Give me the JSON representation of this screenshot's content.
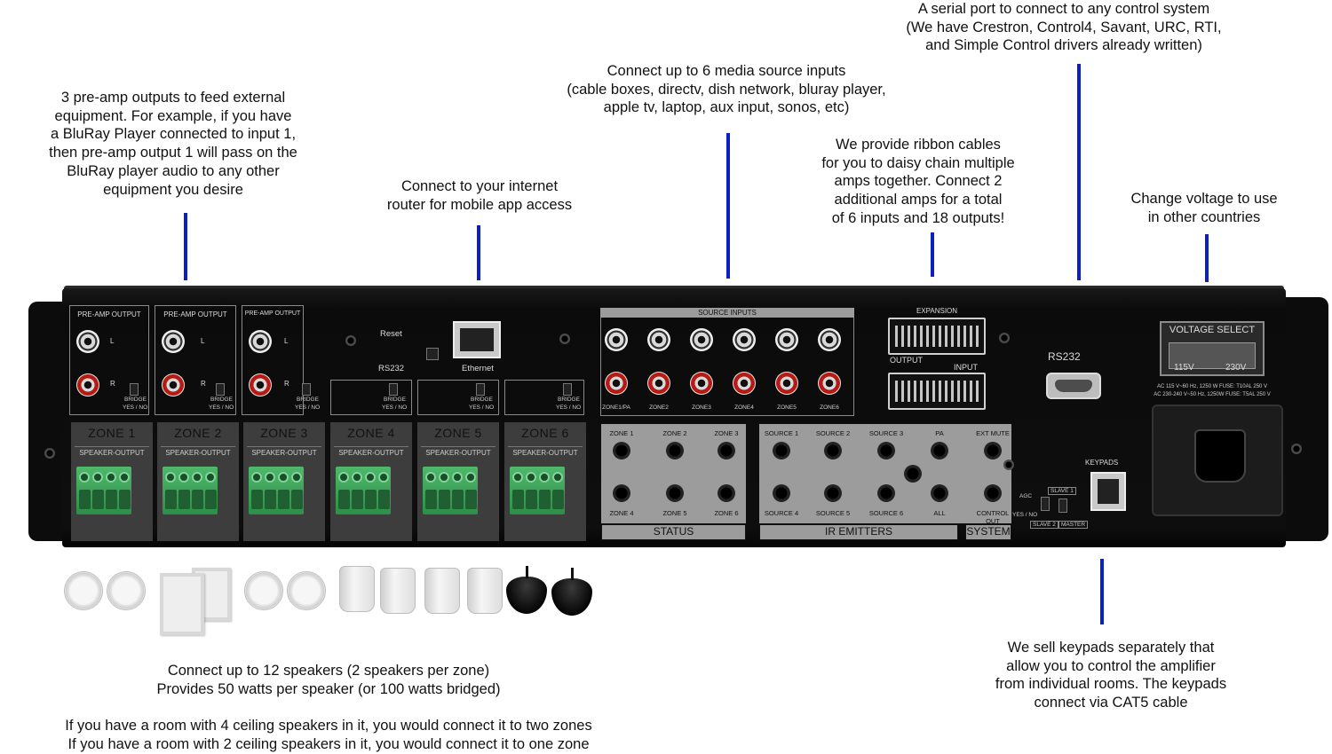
{
  "annotations": {
    "preamp": "3 pre-amp outputs to feed external\nequipment. For example, if you have\na BluRay Player connected to input 1,\nthen pre-amp output 1 will pass on the\nBluRay player audio to any other\nequipment you desire",
    "internet": "Connect to your internet\nrouter for mobile app access",
    "sources": "Connect up to 6 media source inputs\n(cable boxes, directv, dish network, bluray player,\napple tv, laptop, aux input, sonos, etc)",
    "ribbon": "We provide ribbon cables\nfor you to daisy chain multiple\namps together. Connect 2\nadditional amps for a total\nof 6 inputs and 18 outputs!",
    "serial": "A serial port to connect to any control system\n(We have Crestron, Control4, Savant, URC, RTI,\nand Simple Control drivers already written)",
    "voltage": "Change voltage to use\nin other countries",
    "keypads": "We sell keypads separately that\nallow you to control the amplifier\nfrom individual rooms. The keypads\nconnect via CAT5 cable",
    "speakers": "Connect up to 12 speakers (2 speakers per zone)\nProvides 50 watts per speaker (or 100 watts bridged)",
    "rooms": "If you have a room with 4 ceiling speakers in it, you would connect it to two zones\nIf you have a room with 2 ceiling speakers in it, you would connect it to one zone"
  },
  "panel": {
    "preamp_label": "PRE-AMP OUTPUT",
    "channel_l": "L",
    "channel_r": "R",
    "bridge": "BRIDGE",
    "bridge_yes_no": "YES / NO",
    "speaker_output": "SPEAKER-OUTPUT",
    "zones": [
      "ZONE 1",
      "ZONE 2",
      "ZONE 3",
      "ZONE 4",
      "ZONE 5",
      "ZONE 6"
    ],
    "reset": "Reset",
    "rs232_small": "RS232",
    "ethernet": "Ethernet",
    "source_inputs": "SOURCE INPUTS",
    "source_labels": [
      "ZONE1/PA",
      "ZONE2",
      "ZONE3",
      "ZONE4",
      "ZONE5",
      "ZONE6"
    ],
    "expansion": "EXPANSION",
    "exp_output": "OUTPUT",
    "exp_input": "INPUT",
    "rs232": "RS232",
    "voltage_select": "VOLTAGE SELECT",
    "v115": "115V",
    "v230": "230V",
    "ac_line1": "AC 115 V~60 Hz, 1250 W FUSE: T10AL 250 V",
    "ac_line2": "AC 230-240 V~50 Hz, 1250W FUSE: T5AL 250 V",
    "keypads": "KEYPADS",
    "status_jacks": [
      "ZONE 1",
      "ZONE 2",
      "ZONE 3",
      "ZONE 4",
      "ZONE 5",
      "ZONE 6"
    ],
    "ir_jacks": [
      "SOURCE 1",
      "SOURCE 2",
      "SOURCE 3",
      "SOURCE 4",
      "SOURCE 5",
      "SOURCE 6"
    ],
    "system_jacks": [
      "PA",
      "EXT MUTE",
      "ALL",
      "CONTROL OUT"
    ],
    "status": "STATUS",
    "ir_emitters": "IR EMITTERS",
    "system": "SYSTEM",
    "agc": "AGC",
    "agc_yes_no": "YES / NO",
    "slave1": "SLAVE 1",
    "slave2": "SLAVE 2",
    "master": "MASTER"
  },
  "colors": {
    "pointer": "#0b1fc2",
    "terminal": "#3aa657",
    "chassis": "#0e0e0e"
  }
}
